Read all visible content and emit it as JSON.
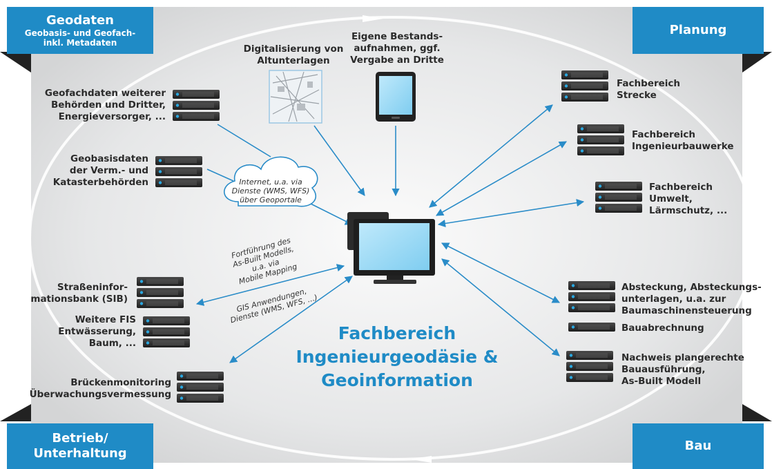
{
  "colors": {
    "accent": "#1f8bc6",
    "arrow": "#2a8cc8",
    "background": "#e9eaeb",
    "server_dark": "#2e2e2e",
    "server_led": "#2aa8e0"
  },
  "corners": {
    "top_left": {
      "title": "Geodaten",
      "subtitle_line1": "Geobasis- und Geofach-",
      "subtitle_line2": "inkl. Metadaten"
    },
    "top_right": {
      "title": "Planung"
    },
    "bottom_left": {
      "line1": "Betrieb/",
      "line2": "Unterhaltung"
    },
    "bottom_right": {
      "title": "Bau"
    }
  },
  "center": {
    "title_line1": "Fachbereich",
    "title_line2": "Ingenieurgeodäsie &",
    "title_line3": "Geoinformation",
    "monitor_icon": "computer-monitor-icon"
  },
  "sources": {
    "digitalisierung": {
      "line1": "Digitalisierung von",
      "line2": "Altunterlagen",
      "icon": "map-icon"
    },
    "bestand": {
      "line1": "Eigene Bestands-",
      "line2": "aufnahmen, ggf.",
      "line3": "Vergabe an Dritte",
      "icon": "tablet-icon"
    },
    "cloud": {
      "line1": "Internet, u.a. via",
      "line2": "Dienste (WMS, WFS)",
      "line3": "über Geoportale",
      "icon": "cloud-icon"
    }
  },
  "left_nodes": [
    {
      "line1": "Geofachdaten weiterer",
      "line2": "Behörden und Dritter,",
      "line3": "Energieversorger, ..."
    },
    {
      "line1": "Geobasisdaten",
      "line2": "der Verm.- und",
      "line3": "Katasterbehörden"
    },
    {
      "line1": "Straßeninfor-",
      "line2": "mationsbank (SIB)"
    },
    {
      "line1": "Weitere FIS",
      "line2": "Entwässerung,",
      "line3": "Baum, ..."
    },
    {
      "line1": "Brückenmonitoring",
      "line2": "Überwachungsvermessung"
    }
  ],
  "right_nodes": [
    {
      "line1": "Fachbereich",
      "line2": "Strecke"
    },
    {
      "line1": "Fachbereich",
      "line2": "Ingenieurbauwerke"
    },
    {
      "line1": "Fachbereich",
      "line2": "Umwelt,",
      "line3": "Lärmschutz, ..."
    },
    {
      "line1": "Absteckung, Absteckungs-",
      "line2": "unterlagen, u.a. zur",
      "line3": "Baumaschinensteuerung"
    },
    {
      "line1": "Bauabrechnung"
    },
    {
      "line1": "Nachweis plangerechte",
      "line2": "Bauausführung,",
      "line3": "As-Built Modell"
    }
  ],
  "arrow_labels": {
    "upper": {
      "line1": "Fortführung des",
      "line2": "As-Built Modells,",
      "line3": "u.a. via",
      "line4": "Mobile Mapping"
    },
    "lower": {
      "line1": "GIS Anwendungen,",
      "line2": "Dienste (WMS, WFS, ...)"
    }
  }
}
